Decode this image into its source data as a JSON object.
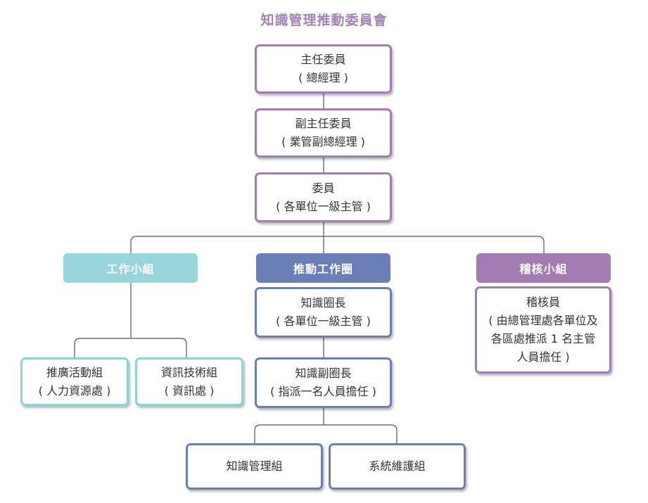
{
  "title": "知識管理推動委員會",
  "committee": {
    "chair": {
      "role": "主任委員",
      "note": "( 總經理 )"
    },
    "vice_chair": {
      "role": "副主任委員",
      "note": "( 業管副總經理 )"
    },
    "members": {
      "role": "委員",
      "note": "( 各單位一級主管 )"
    }
  },
  "working_group": {
    "header": "工作小組",
    "promotion": {
      "role": "推廣活動組",
      "note": "( 人力資源處 )"
    },
    "it": {
      "role": "資訊技術組",
      "note": "( 資訊處 )"
    }
  },
  "promotion_circle": {
    "header": "推動工作圈",
    "leader": {
      "role": "知識圈長",
      "note": "( 各單位一級主管 )"
    },
    "vice_leader": {
      "role": "知識副圈長",
      "note": "( 指派一名人員擔任 )"
    },
    "km_group": "知識管理組",
    "sys_group": "系統維護組"
  },
  "audit_group": {
    "header": "稽核小組",
    "auditor": {
      "role": "稽核員",
      "note": "( 由總管理處各單位及各區處推派 1 名主管人員擔任 )"
    }
  },
  "colors": {
    "title": "#a483b3",
    "purple": "#a27cb2",
    "blue": "#6b7fb6",
    "teal": "#99d6dc"
  }
}
